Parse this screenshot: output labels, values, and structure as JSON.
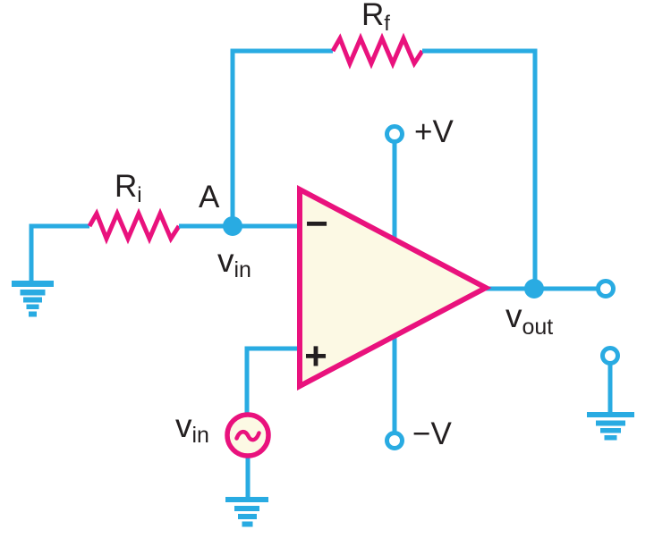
{
  "colors": {
    "wire": "#29ABE2",
    "component": "#E9127D",
    "opampFill": "#FCF9E4",
    "ink": "#231F20",
    "bg": "#FFFFFF"
  },
  "labels": {
    "feedback_resistor": {
      "main": "R",
      "sub": "f"
    },
    "input_resistor": {
      "main": "R",
      "sub": "i"
    },
    "node": "A",
    "inverting_input_voltage": {
      "main": "v",
      "sub": "in"
    },
    "source_voltage": {
      "main": "v",
      "sub": "in"
    },
    "output_voltage": {
      "main": "v",
      "sub": "out"
    },
    "positive_supply": "+V",
    "negative_supply": "−V",
    "opamp_inverting": "−",
    "opamp_noninverting": "+"
  }
}
